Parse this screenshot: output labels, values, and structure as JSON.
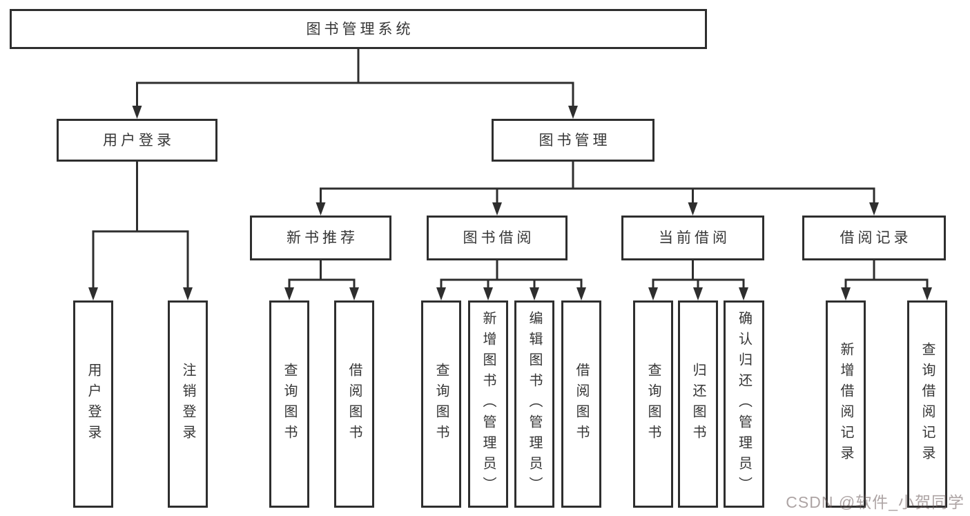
{
  "diagram": {
    "title": "图书管理系统",
    "colors": {
      "line": "#2e2e2e",
      "box_border": "#2e2e2e",
      "text": "#363636",
      "background": "#ffffff",
      "watermark": "#b3a7a7"
    },
    "nodes": {
      "root": "图书管理系统",
      "user_login": "用户登录",
      "book_management": "图书管理",
      "new_book_recommend": "新书推荐",
      "book_borrowing": "图书借阅",
      "current_borrowing": "当前借阅",
      "borrowing_records": "借阅记录",
      "user_login_leaf": "用户登录",
      "logout_leaf": "注销登录",
      "nbr_query_books": "查询图书",
      "nbr_borrow_books": "借阅图书",
      "bb_query_books": "查询图书",
      "bb_add_books": "新增图书（管理员）",
      "bb_edit_books": "编辑图书（管理员）",
      "bb_borrow_books": "借阅图书",
      "cb_query_books": "查询图书",
      "cb_return_books": "归还图书",
      "cb_confirm_return": "确认归还（管理员）",
      "br_add_record": "新增借阅记录",
      "br_query_record": "查询借阅记录"
    },
    "watermark": "CSDN @软件_小贺同学"
  }
}
